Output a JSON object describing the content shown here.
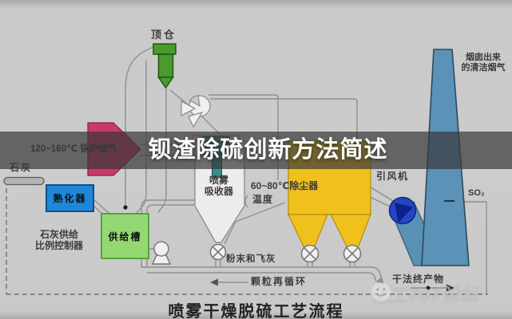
{
  "banner": {
    "title": "钡渣除硫创新方法简述"
  },
  "diagram": {
    "title": "喷雾干燥脱硫工艺流程",
    "labels": {
      "top_bin": "顶仓",
      "boiler_flue_gas": "120~160℃ 锅炉烟气",
      "lime": "石灰",
      "slaker": "熟化器",
      "ratio_controller_line1": "石灰供给",
      "ratio_controller_line2": "比例控制器",
      "supply_tank": "供给槽",
      "spray_absorber_line1": "喷雾",
      "spray_absorber_line2": "吸收器",
      "dust_collector": "60~80℃除尘器",
      "temperature": "温度",
      "induced_draft_fan": "引风机",
      "chimney_line1": "烟囱出来",
      "chimney_line2": "的清洁烟气",
      "so2": "SO₂",
      "powder_and_fly_ash": "粉末和飞灰",
      "particle_recycle": "颗粒再循环",
      "dry_final_product": "干法终产物"
    },
    "colors": {
      "flue_gas_arrow": "#c8396a",
      "top_bin_green": "#4a9a2e",
      "slaker_blue": "#1e87d8",
      "supply_tank_green": "#94d873",
      "spray_head_teal": "#3c8b8b",
      "dust_collector_yellow": "#f0c11d",
      "fan_blue": "#2346c8",
      "chimney_blue": "#5b92b7",
      "line_gray": "#8f8f8f"
    }
  },
  "watermark": {
    "text": "化工707论坛"
  }
}
